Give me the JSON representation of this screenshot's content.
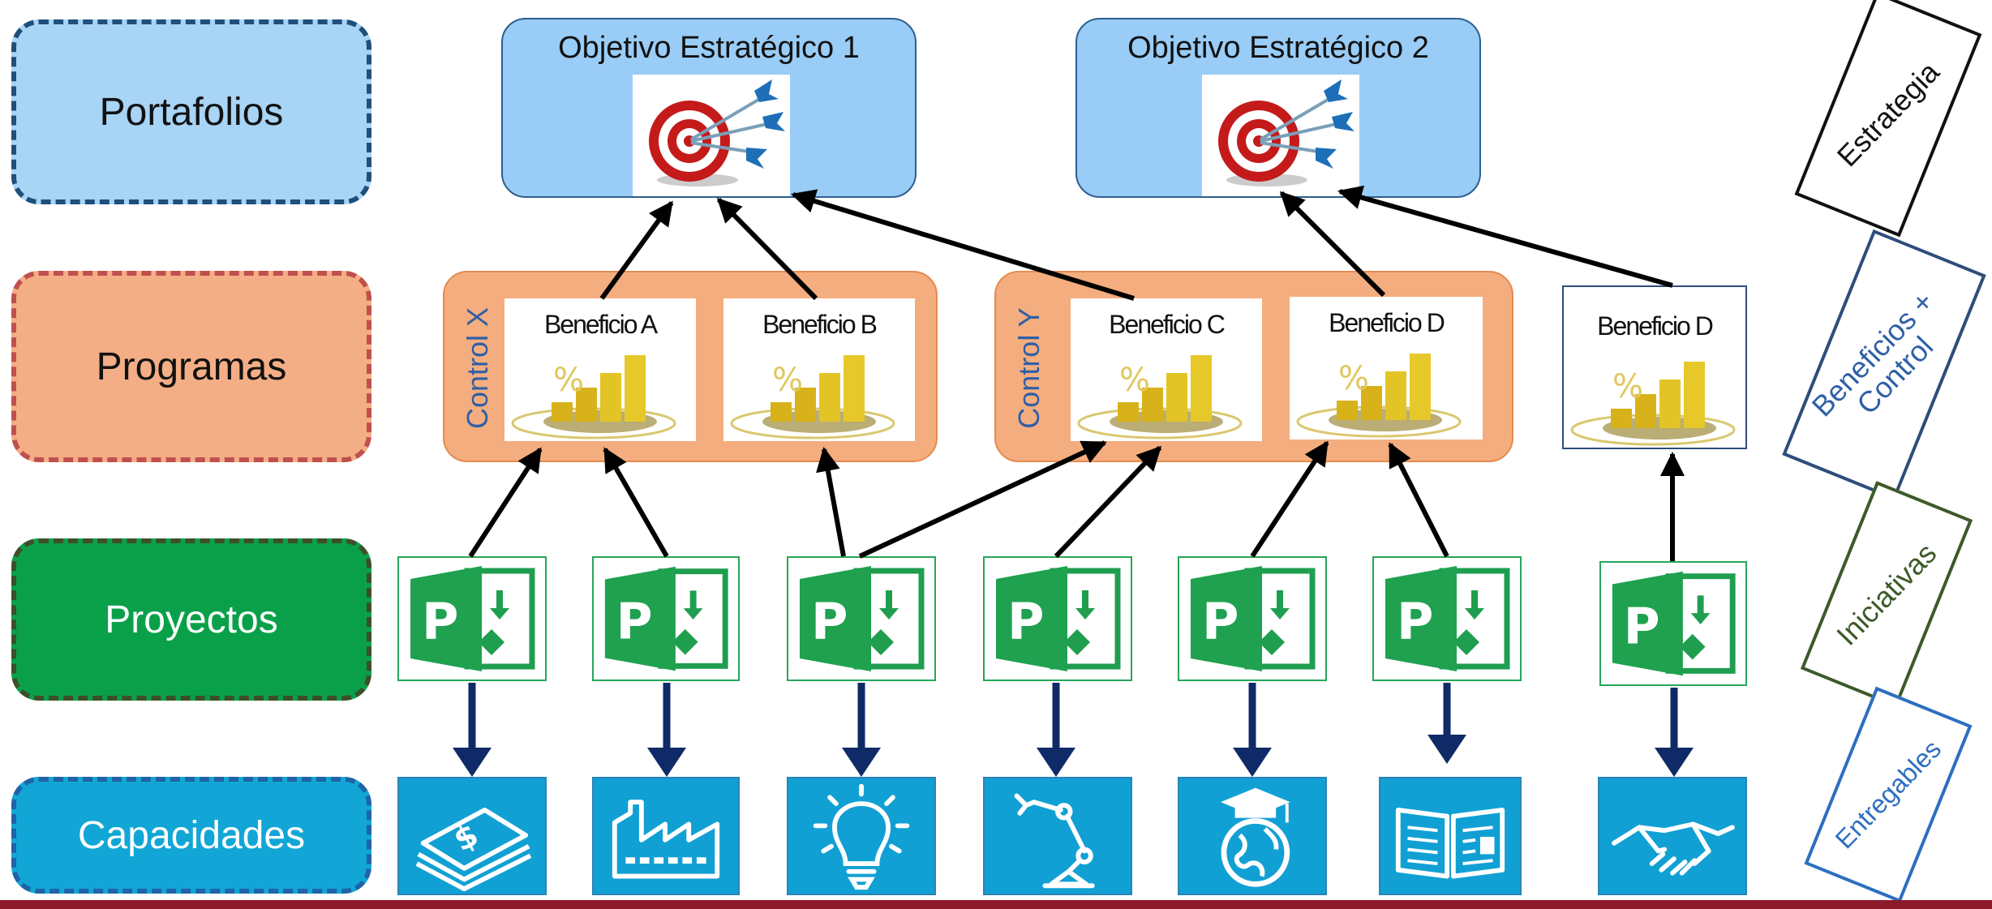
{
  "levels": {
    "portafolios": "Portafolios",
    "programas": "Programas",
    "proyectos": "Proyectos",
    "capacidades": "Capacidades"
  },
  "objectives": [
    {
      "title": "Objetivo Estratégico 1",
      "icon": "dart-target-icon"
    },
    {
      "title": "Objetivo Estratégico 2",
      "icon": "dart-target-icon"
    }
  ],
  "programs": [
    {
      "control_label": "Control X",
      "benefits": [
        "Beneficio A",
        "Beneficio B"
      ]
    },
    {
      "control_label": "Control Y",
      "benefits": [
        "Beneficio C",
        "Beneficio D"
      ]
    }
  ],
  "standalone_benefit": "Beneficio D",
  "benefit_icon": "bar-chart-percent-icon",
  "project_icon": "ms-project-icon",
  "capabilities": [
    {
      "icon": "money-stack-icon"
    },
    {
      "icon": "factory-icon"
    },
    {
      "icon": "lightbulb-icon"
    },
    {
      "icon": "robot-arm-icon"
    },
    {
      "icon": "graduation-globe-icon"
    },
    {
      "icon": "open-book-icon"
    },
    {
      "icon": "handshake-icon"
    }
  ],
  "side_labels": [
    "Estrategia",
    "Beneficios +\nControl",
    "Iniciativas",
    "Entregables"
  ],
  "colors": {
    "portafolios": "#a8d4f5",
    "programas": "#f4ae85",
    "proyectos": "#0aa04a",
    "capacidades": "#11a6d6",
    "arrow_up": "#000000",
    "arrow_down": "#0f2a66"
  }
}
